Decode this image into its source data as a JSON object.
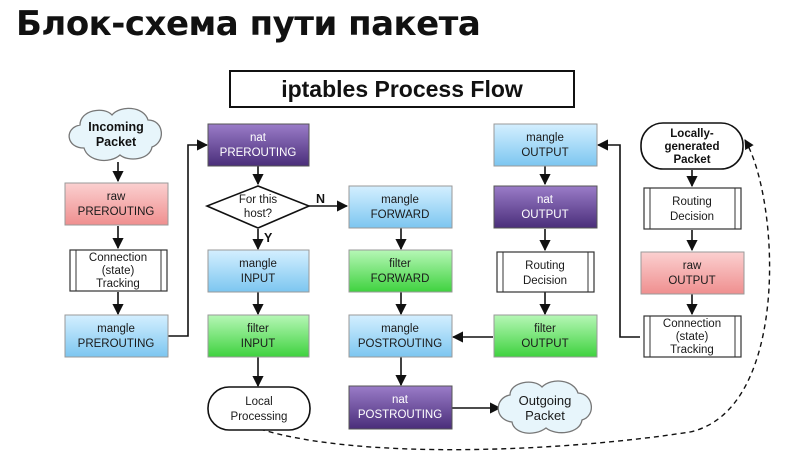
{
  "slide_title": "Блок-схема пути пакета",
  "diagram_title": "iptables  Process Flow",
  "nodes": {
    "incoming": [
      "Incoming",
      "Packet"
    ],
    "raw_pre": [
      "raw",
      "PREROUTING"
    ],
    "conn_in": [
      "Connection",
      "(state)",
      "Tracking"
    ],
    "mangle_pre": [
      "mangle",
      "PREROUTING"
    ],
    "nat_pre": [
      "nat",
      "PREROUTING"
    ],
    "decision": [
      "For this",
      "host?"
    ],
    "mangle_input": [
      "mangle",
      "INPUT"
    ],
    "filter_input": [
      "filter",
      "INPUT"
    ],
    "local_proc": [
      "Local",
      "Processing"
    ],
    "mangle_fwd": [
      "mangle",
      "FORWARD"
    ],
    "filter_fwd": [
      "filter",
      "FORWARD"
    ],
    "mangle_post": [
      "mangle",
      "POSTROUTING"
    ],
    "nat_post": [
      "nat",
      "POSTROUTING"
    ],
    "outgoing": [
      "Outgoing",
      "Packet"
    ],
    "mangle_out": [
      "mangle",
      "OUTPUT"
    ],
    "nat_out": [
      "nat",
      "OUTPUT"
    ],
    "routing_out": [
      "Routing",
      "Decision"
    ],
    "filter_out": [
      "filter",
      "OUTPUT"
    ],
    "local_gen": [
      "Locally-",
      "generated",
      "Packet"
    ],
    "routing_local": [
      "Routing",
      "Decision"
    ],
    "raw_out": [
      "raw",
      "OUTPUT"
    ],
    "conn_out": [
      "Connection",
      "(state)",
      "Tracking"
    ]
  },
  "edge_labels": {
    "no": "N",
    "yes": "Y"
  },
  "colors": {
    "raw": "#f4a3a3",
    "mangle": "#9fd4f3",
    "nat": "#6b4c9a",
    "filter": "#6fe06f",
    "plain": "#ffffff"
  }
}
